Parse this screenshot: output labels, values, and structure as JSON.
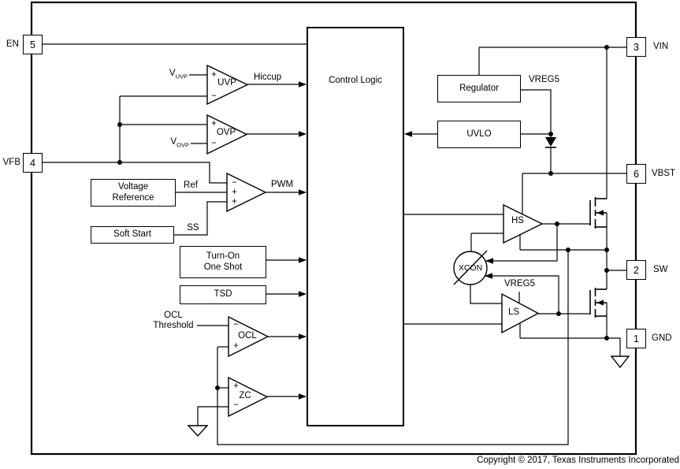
{
  "page": {
    "background": "#ffffff",
    "line_color": "#000000",
    "copyright": "Copyright © 2017, Texas Instruments Incorporated"
  },
  "pins": {
    "en": {
      "number": "5",
      "label": "EN"
    },
    "vfb": {
      "number": "4",
      "label": "VFB"
    },
    "vin": {
      "number": "3",
      "label": "VIN"
    },
    "vbst": {
      "number": "6",
      "label": "VBST"
    },
    "sw": {
      "number": "2",
      "label": "SW"
    },
    "gnd": {
      "number": "1",
      "label": "GND"
    }
  },
  "blocks": {
    "control_logic": "Control Logic",
    "voltage_reference": "Voltage\nReference",
    "soft_start": "Soft Start",
    "turn_on_one_shot": "Turn-On\nOne Shot",
    "tsd": "TSD",
    "regulator": "Regulator",
    "uvlo": "UVLO"
  },
  "comparators": {
    "uvp": "UVP",
    "ovp": "OVP",
    "ocl": "OCL",
    "zc": "ZC"
  },
  "drivers": {
    "hs": "HS",
    "ls": "LS",
    "xcon": "XCON"
  },
  "signals": {
    "v_uvp_base": "V",
    "v_uvp_sub": "UVP",
    "v_ovp_base": "V",
    "v_ovp_sub": "OVP",
    "hiccup": "Hiccup",
    "pwm": "PWM",
    "ref": "Ref",
    "ss": "SS",
    "vreg5_regulator": "VREG5",
    "vreg5_ls_driver": "VREG5",
    "ocl_threshold": "OCL\nThreshold"
  },
  "glyphs": {
    "plus": "+",
    "minus": "−"
  }
}
